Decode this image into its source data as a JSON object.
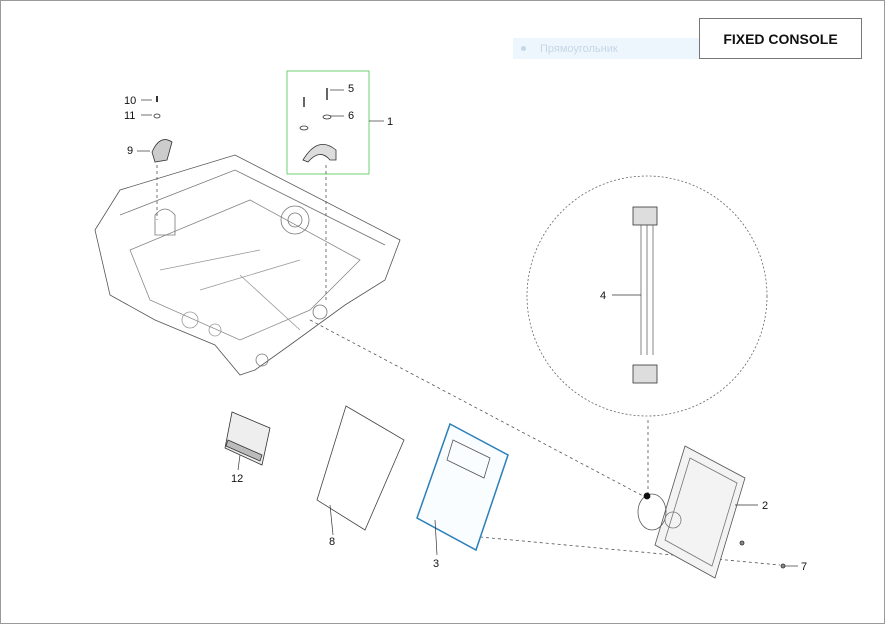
{
  "title": "FIXED CONSOLE",
  "tooltip": "Прямоугольник",
  "callouts": [
    "1",
    "2",
    "3",
    "4",
    "5",
    "6",
    "7",
    "8",
    "9",
    "10",
    "11",
    "12"
  ],
  "highlight_color": "#6fd26f",
  "panel_color": "#2a7fb8"
}
